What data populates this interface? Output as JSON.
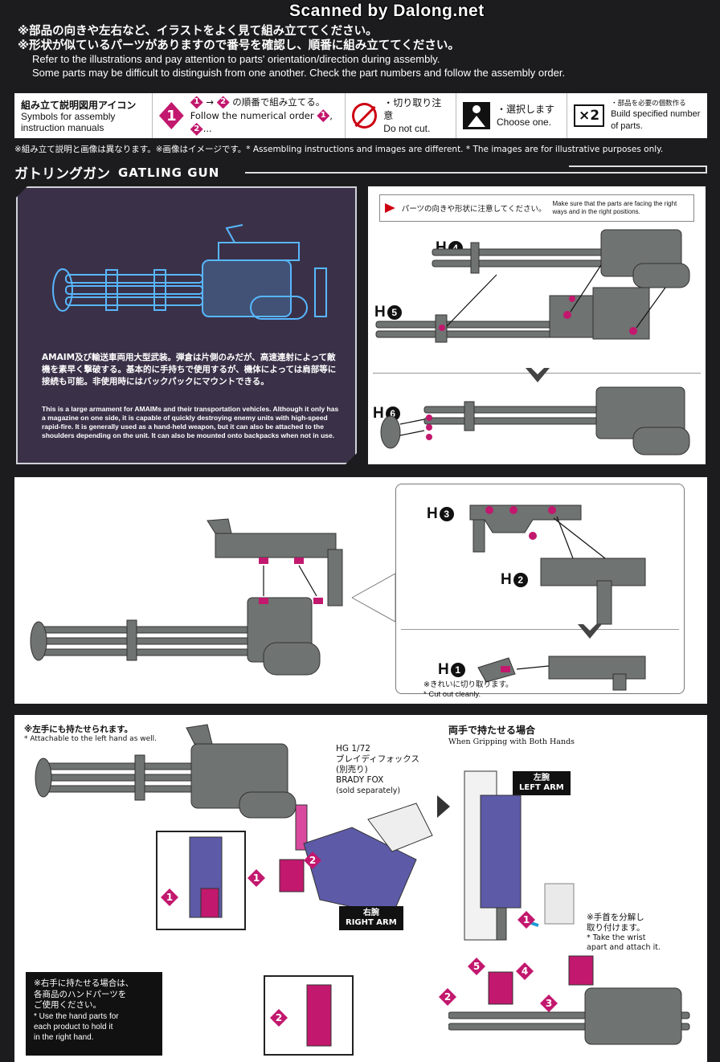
{
  "watermark": "Scanned by Dalong.net",
  "header": {
    "jp1": "※部品の向きや左右など、イラストをよく見て組み立ててください。",
    "jp2": "※形状が似ているパーツがありますので番号を確認し、順番に組み立ててください。",
    "en1": "Refer to the illustrations and pay attention to parts' orientation/direction during assembly.",
    "en2": "Some parts may be difficult to distinguish from one another. Check the part numbers and follow the assembly order."
  },
  "icons": {
    "title_jp": "組み立て説明図用アイコン",
    "title_en": "Symbols for assembly instruction manuals",
    "step_num": "1",
    "step_jp": "の順番で組み立てる。",
    "step_from": "1",
    "step_to": "2",
    "step_en": "Follow the numerical order",
    "step_en_from": "1",
    "step_en_to": "2",
    "step_en_tail": "...",
    "cut_jp": "・切り取り注意",
    "cut_en": "Do not cut.",
    "choose_jp": "・選択します",
    "choose_en": "Choose one.",
    "x2": "×2",
    "x2_jp": "・部品を必要の個数作る",
    "x2_en": "Build specified number of parts."
  },
  "note": "※組み立て説明と画像は異なります。※画像はイメージです。* Assembling instructions and images are different. * The images are for illustrative purposes only.",
  "section": {
    "jp": "ガトリングガン",
    "en": "GATLING GUN"
  },
  "infobox": {
    "jp": "AMAIM及び輸送車両用大型武装。弾倉は片側のみだが、高速連射によって敵機を素早く撃破する。基本的に手持ちで使用するが、機体によっては肩部等に接続も可能。非使用時にはバックパックにマウントできる。",
    "en": "This is a large armament for AMAIMs and their transportation vehicles. Although it only has a magazine on one side, it is capable of quickly destroying enemy units with high-speed rapid-fire. It is generally used as a hand-held weapon, but it can also be attached to the shoulders depending on the unit. It can also be mounted onto backpacks when not in use."
  },
  "panel1": {
    "caution_jp": "パーツの向きや形状に注意してください。",
    "caution_en": "Make sure that the parts are facing the right ways and in the right positions.",
    "parts": [
      {
        "letter": "H",
        "num": "4"
      },
      {
        "letter": "H",
        "num": "5"
      },
      {
        "letter": "H",
        "num": "6"
      }
    ]
  },
  "panel2": {
    "parts": [
      {
        "letter": "H",
        "num": "3"
      },
      {
        "letter": "H",
        "num": "2"
      },
      {
        "letter": "H",
        "num": "1"
      }
    ],
    "cut_jp": "※きれいに切り取ります。",
    "cut_en": "* Cut out cleanly."
  },
  "panel3": {
    "left_hand_jp": "※左手にも持たせられます。",
    "left_hand_en": "* Attachable to the left hand as well.",
    "model_1": "HG 1/72",
    "model_2": "ブレイディフォックス",
    "model_3": "(別売り)",
    "model_4": "BRADY FOX",
    "model_5": "(sold separately)",
    "right_arm_jp": "右腕",
    "right_arm_en": "RIGHT ARM",
    "left_arm_jp": "左腕",
    "left_arm_en": "LEFT ARM",
    "both_jp": "両手で持たせる場合",
    "both_en": "When Gripping with Both Hands",
    "wrist_jp_1": "※手首を分解し",
    "wrist_jp_2": "取り付けます。",
    "wrist_en_1": "* Take the wrist",
    "wrist_en_2": "apart and attach it.",
    "right_hand_jp_1": "※右手に持たせる場合は、",
    "right_hand_jp_2": "各商品のハンドパーツを",
    "right_hand_jp_3": "ご使用ください。",
    "right_hand_en_1": "* Use the hand parts for",
    "right_hand_en_2": "each product to hold it",
    "right_hand_en_3": "in the right hand.",
    "steps": [
      "1",
      "2",
      "1",
      "1",
      "5",
      "4",
      "2",
      "3",
      "2"
    ]
  }
}
